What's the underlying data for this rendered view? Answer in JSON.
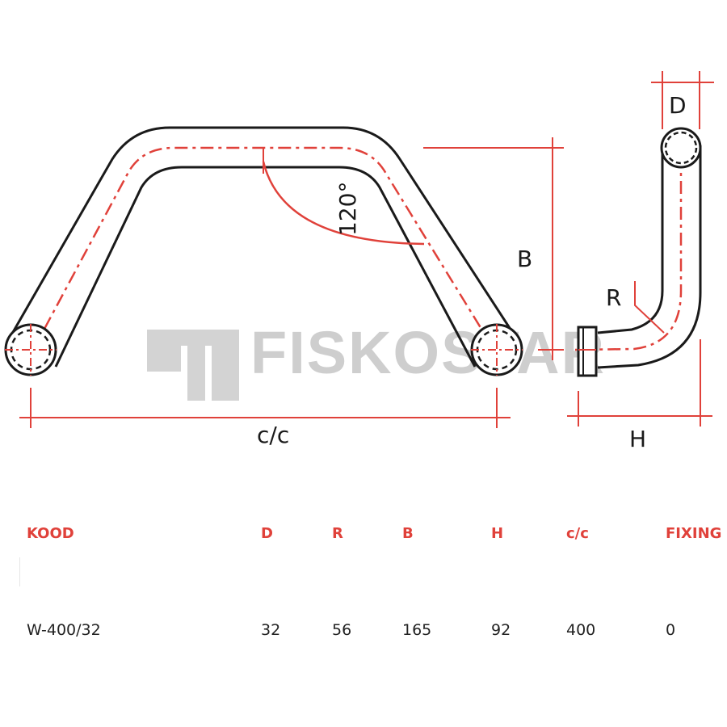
{
  "diagram": {
    "labels": {
      "angle": "120°",
      "b": "B",
      "r": "R",
      "d": "D",
      "cc": "c/c",
      "h": "H"
    },
    "watermark": "FISKOSTAR"
  },
  "table": {
    "headers": [
      "KOOD",
      "D",
      "R",
      "B",
      "H",
      "c/c",
      "FIXING"
    ],
    "row": [
      "W-400/32",
      "32",
      "56",
      "165",
      "92",
      "400",
      "0"
    ]
  }
}
